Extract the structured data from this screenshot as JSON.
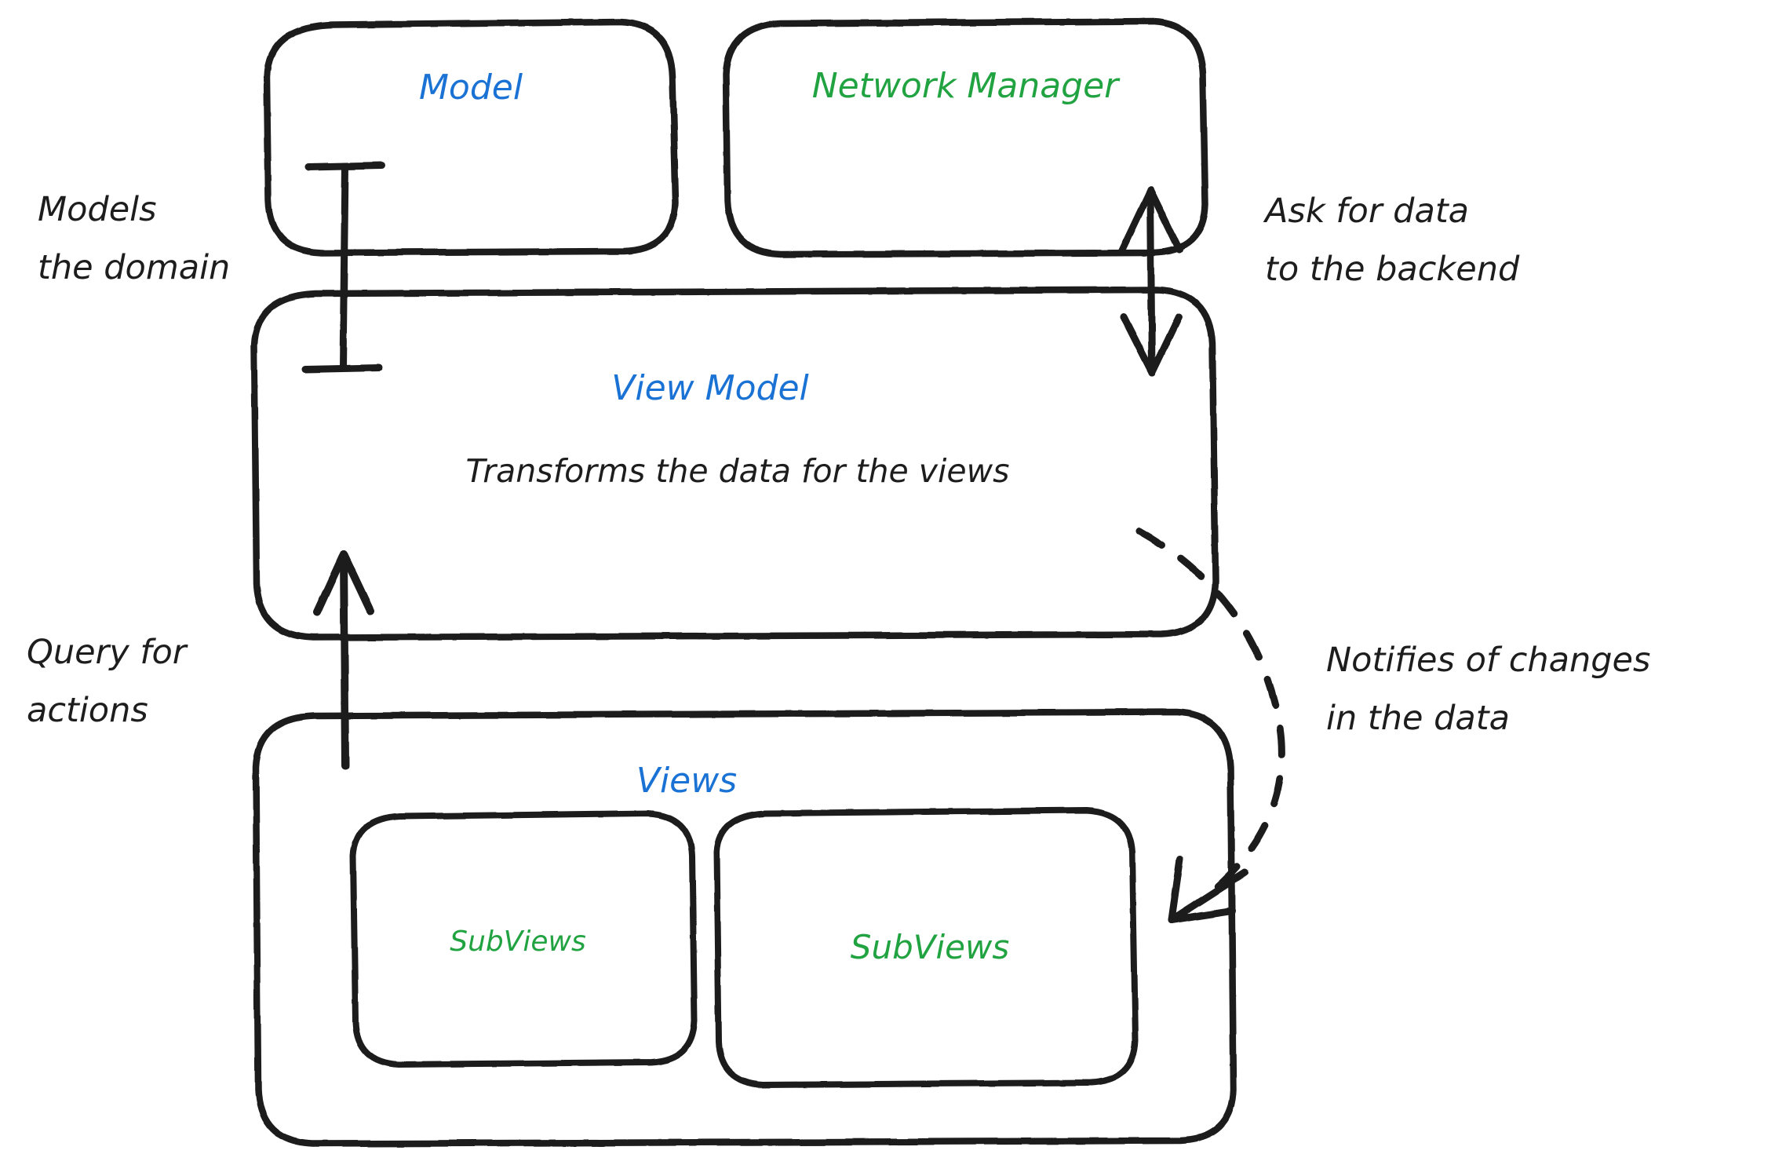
{
  "diagram": {
    "title": "MVVM architecture hand-drawn diagram",
    "style": "hand-drawn whiteboard sketch",
    "colors": {
      "stroke": "#1d1d1d",
      "background": "#ffffff",
      "blue": "#1a73d4",
      "green": "#22a342",
      "text": "#1d1d1d"
    }
  },
  "boxes": {
    "model": {
      "label": "Model",
      "color": "blue"
    },
    "network_manager": {
      "label": "Network Manager",
      "color": "green"
    },
    "view_model": {
      "label": "View Model",
      "color": "blue",
      "description": "Transforms the data for the views"
    },
    "views": {
      "label": "Views",
      "color": "blue"
    },
    "subview_left": {
      "label": "SubViews",
      "color": "green"
    },
    "subview_right": {
      "label": "SubViews",
      "color": "green"
    }
  },
  "annotations": {
    "models_domain": {
      "line1": "Models",
      "line2": "the domain"
    },
    "ask_for_data": {
      "line1": "Ask for data",
      "line2": "to the backend"
    },
    "query_for_actions": {
      "line1": "Query for",
      "line2": "actions"
    },
    "notifies_changes": {
      "line1": "Notifies of changes",
      "line2": "in the data"
    }
  },
  "connectors": [
    {
      "name": "model-to-viewmodel",
      "type": "i-beam",
      "style": "solid",
      "heads": "none"
    },
    {
      "name": "networkmanager-to-viewmodel",
      "type": "vertical",
      "style": "solid",
      "heads": "both"
    },
    {
      "name": "views-to-viewmodel",
      "type": "vertical",
      "style": "solid",
      "heads": "up"
    },
    {
      "name": "viewmodel-to-views",
      "type": "curve",
      "style": "dashed",
      "heads": "end"
    }
  ]
}
